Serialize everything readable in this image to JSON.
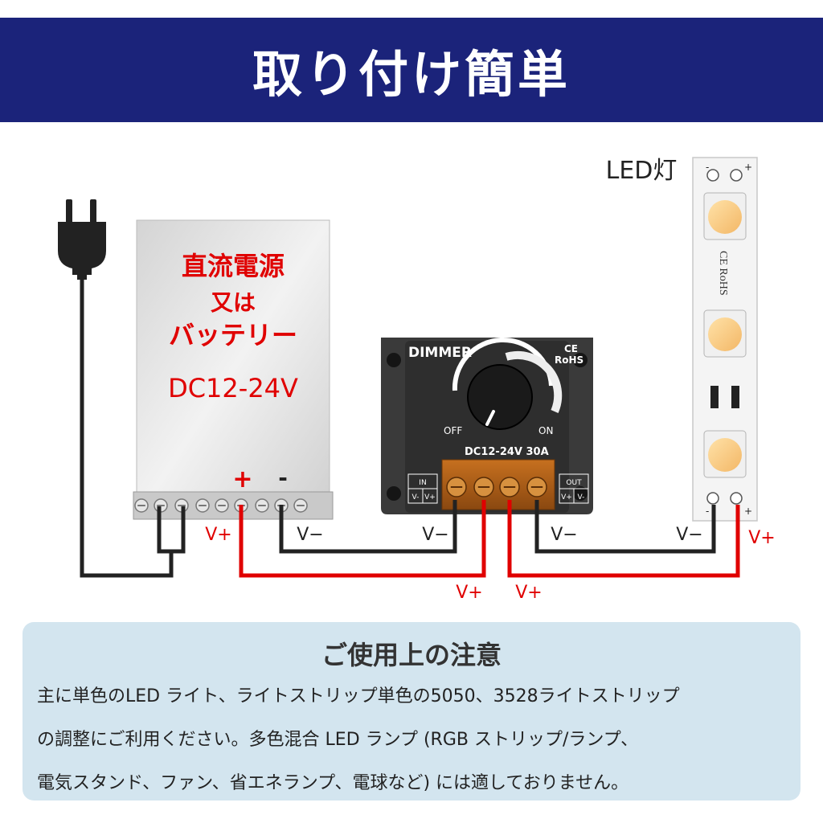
{
  "header": {
    "title": "取り付け簡単"
  },
  "power_supply": {
    "lines": [
      "直流電源",
      "又は",
      "バッテリー",
      "DC12-24V"
    ],
    "plus_label": "+",
    "minus_label": "-"
  },
  "dimmer": {
    "brand": "DIMMER",
    "cert_ce": "CE",
    "cert_rohs": "RoHS",
    "off_label": "OFF",
    "on_label": "ON",
    "rating": "DC12-24V 30A",
    "in_label": "IN",
    "in_terminals": [
      "V-",
      "V+"
    ],
    "out_label": "OUT",
    "out_terminals": [
      "V+",
      "V-"
    ]
  },
  "led": {
    "title": "LED灯",
    "top_minus": "-",
    "top_plus": "+",
    "cert_text": "CE RoHS",
    "bottom_minus": "-",
    "bottom_plus": "+"
  },
  "wires": {
    "psu_vplus": "V+",
    "psu_vminus": "V−",
    "dimmer_in_vminus": "V−",
    "dimmer_in_vplus": "V+",
    "dimmer_out_vplus": "V+",
    "dimmer_out_vminus": "V−",
    "led_vminus": "V−",
    "led_vplus": "V+"
  },
  "colors": {
    "banner": "#1b237a",
    "positive_wire": "#e00000",
    "negative_wire": "#222222",
    "note_bg": "#d3e5ef"
  },
  "notes": {
    "title": "ご使用上の注意",
    "lines": [
      "主に単色のLED ライト、ライトストリップ単色の5050、3528ライトストリップ",
      "の調整にご利用ください。多色混合 LED ランプ (RGB ストリップ/ランプ、",
      "電気スタンド、ファン、省エネランプ、電球など) には適しておりません。"
    ]
  }
}
